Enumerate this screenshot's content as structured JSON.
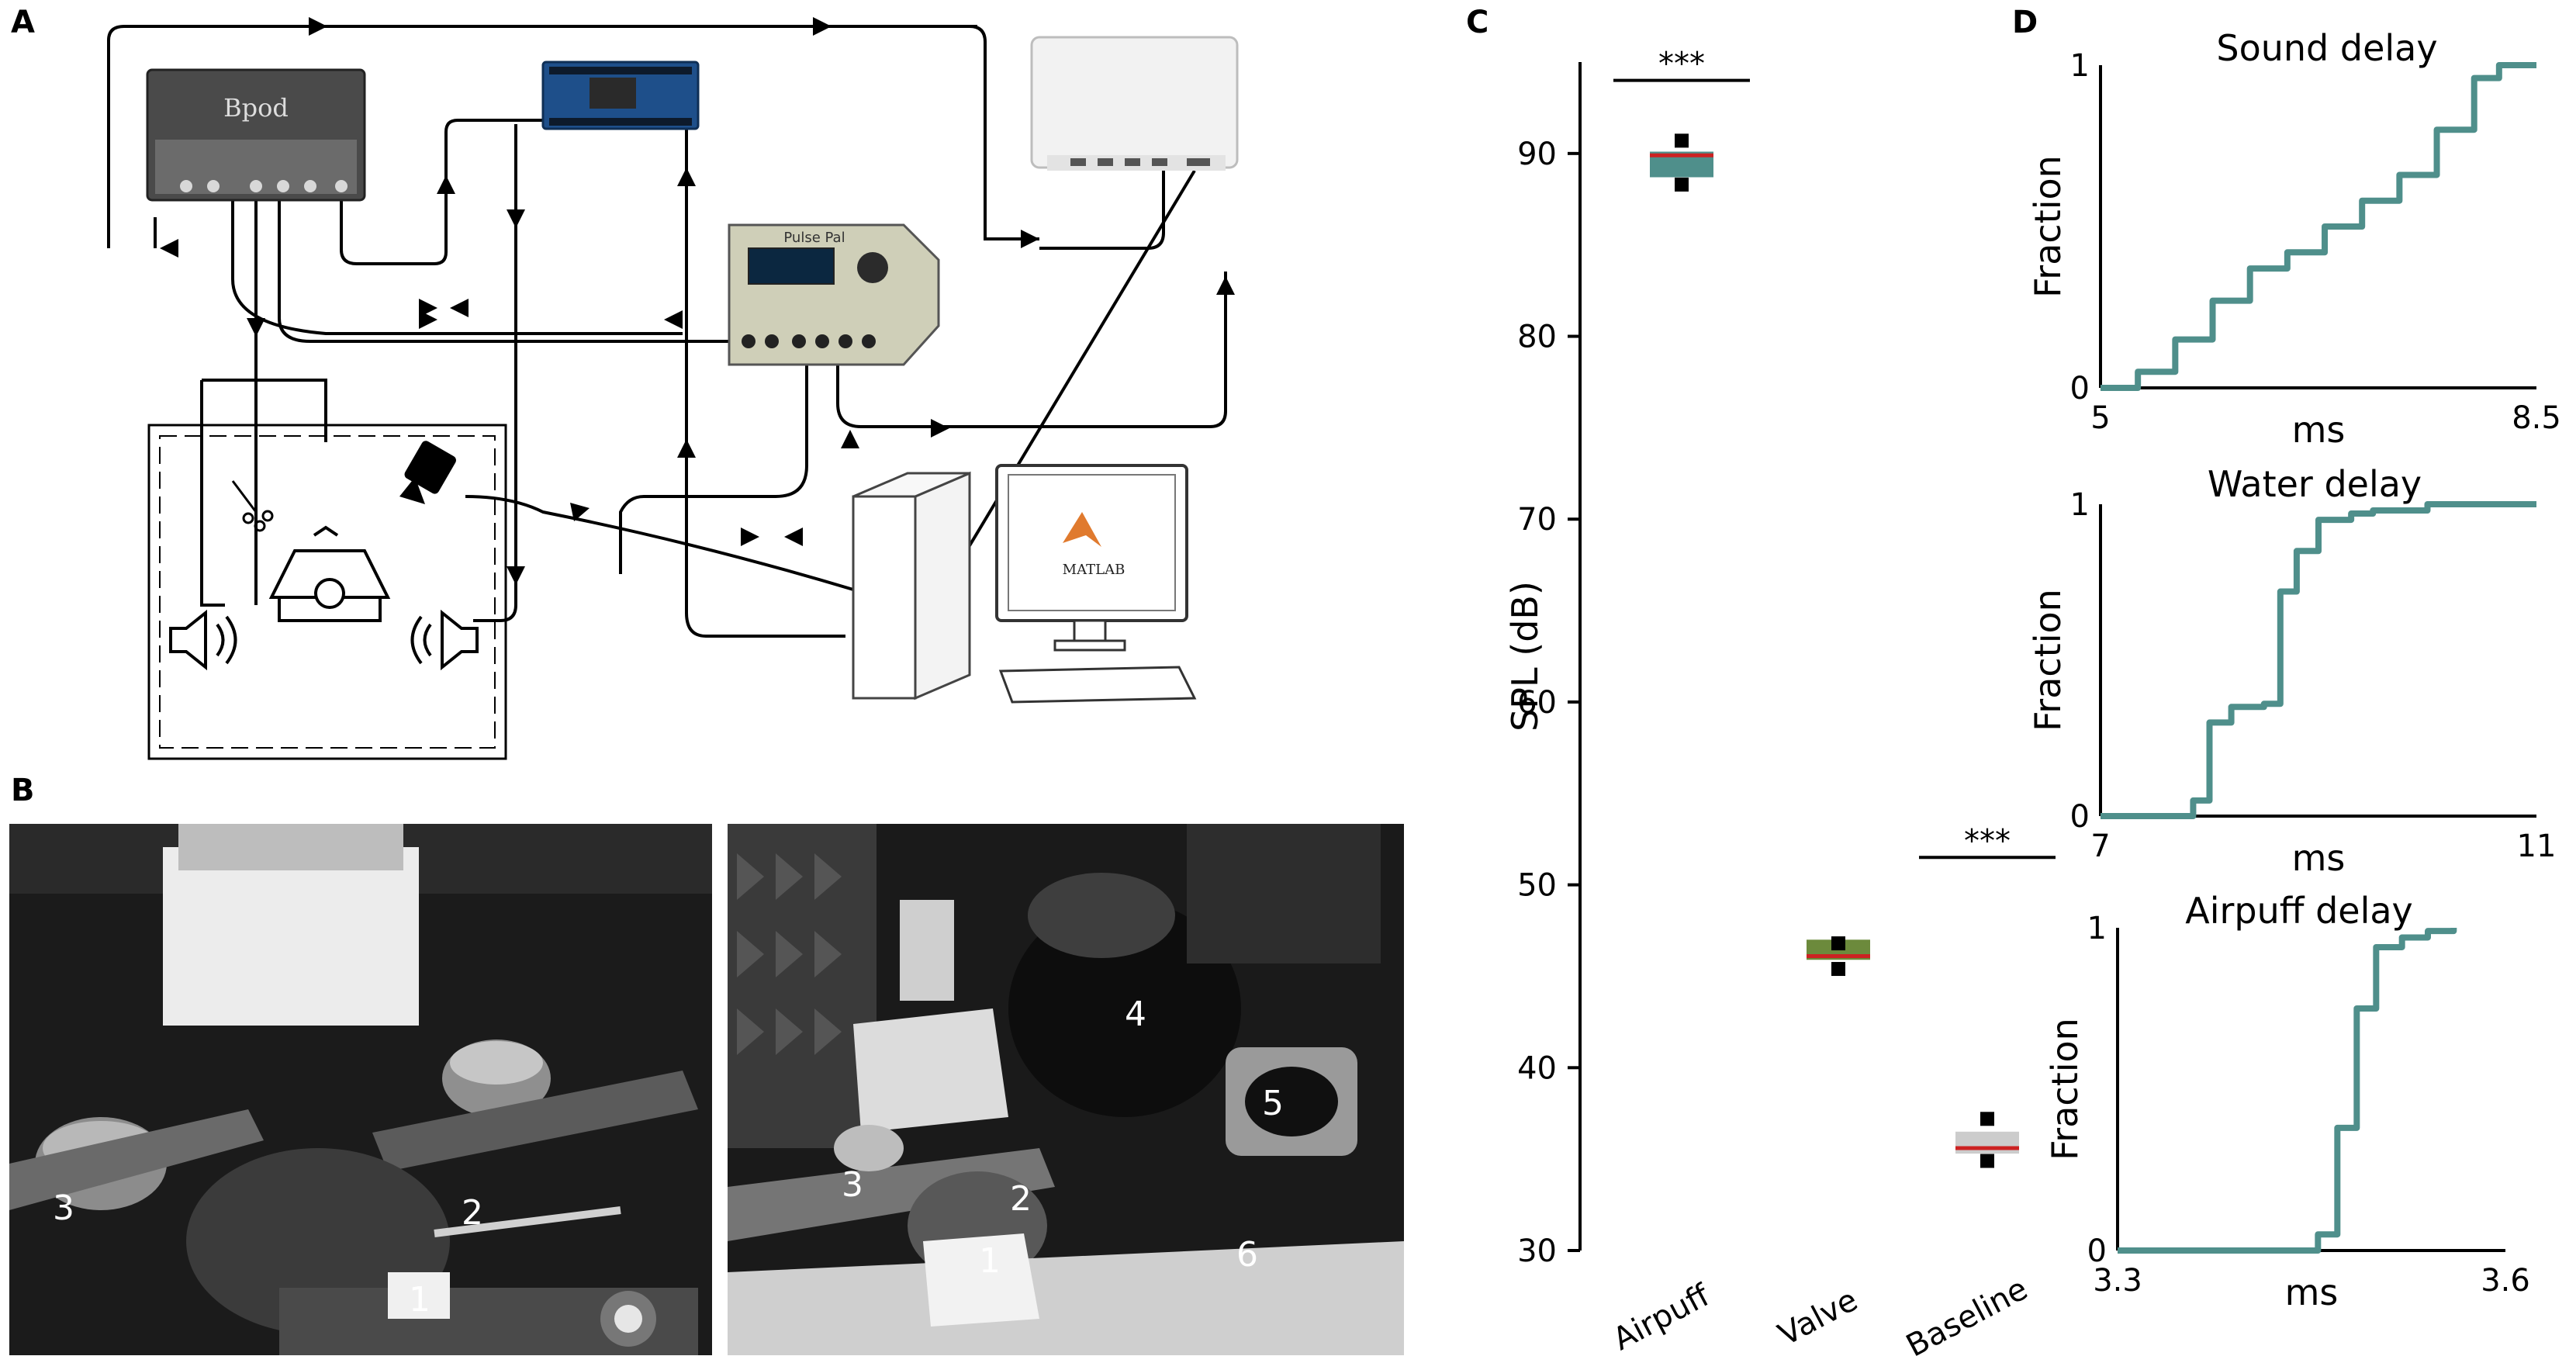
{
  "figure": {
    "panels": {
      "A": "A",
      "B": "B",
      "C": "C",
      "D": "D"
    },
    "device_labels": {
      "bpod": "Bpod",
      "pulsepal": "Pulse Pal",
      "matlab": "MATLAB"
    },
    "photo_labels": {
      "left": [
        "3",
        "2",
        "1"
      ],
      "right": [
        "4",
        "5",
        "3",
        "2",
        "1",
        "6"
      ]
    }
  },
  "colors": {
    "teal": "#4f8f8b",
    "olive": "#6c8a3c",
    "red": "#cc2222",
    "grey": "#cccccc",
    "black": "#000000"
  },
  "chart_data": [
    {
      "type": "box",
      "panel": "C",
      "ylabel": "SPL (dB)",
      "ylim": [
        30,
        95
      ],
      "yticks": [
        30,
        40,
        50,
        60,
        70,
        80,
        90
      ],
      "categories": [
        "Airpuff",
        "Valve",
        "Baseline"
      ],
      "boxes": [
        {
          "category": "Airpuff",
          "q1": 88.7,
          "median": 89.9,
          "q3": 90.1,
          "whisker_low": 88.3,
          "whisker_high": 90.7,
          "color": "#4f8f8b"
        },
        {
          "category": "Valve",
          "q1": 45.9,
          "median": 46.1,
          "q3": 47.0,
          "whisker_low": 45.4,
          "whisker_high": 46.8,
          "color": "#6c8a3c"
        },
        {
          "category": "Baseline",
          "q1": 35.3,
          "median": 35.6,
          "q3": 36.5,
          "whisker_low": 34.9,
          "whisker_high": 37.2,
          "color": "#cccccc"
        }
      ],
      "significance": [
        {
          "label": "***",
          "y": 94,
          "between": [
            "Airpuff",
            "Valve"
          ],
          "bar_over": "Airpuff"
        },
        {
          "label": "***",
          "y": 51.5,
          "between": [
            "Valve",
            "Baseline"
          ],
          "bar_over": "Baseline"
        }
      ]
    },
    {
      "type": "line",
      "panel": "D",
      "title": "Sound delay",
      "xlabel": "ms",
      "ylabel": "Fraction",
      "xlim": [
        5,
        8.5
      ],
      "ylim": [
        0,
        1
      ],
      "xticks": [
        "5",
        "8.5"
      ],
      "yticks": [
        "0",
        "1"
      ],
      "x": [
        5.0,
        5.3,
        5.6,
        5.9,
        6.2,
        6.5,
        6.8,
        7.1,
        7.4,
        7.7,
        8.0,
        8.2,
        8.5
      ],
      "y": [
        0.0,
        0.05,
        0.15,
        0.27,
        0.37,
        0.42,
        0.5,
        0.58,
        0.66,
        0.8,
        0.96,
        1.0,
        1.0
      ]
    },
    {
      "type": "line",
      "panel": "D",
      "title": "Water delay",
      "xlabel": "ms",
      "ylabel": "Fraction",
      "xlim": [
        7,
        11
      ],
      "ylim": [
        0,
        1
      ],
      "xticks": [
        "7",
        "11"
      ],
      "yticks": [
        "0",
        "1"
      ],
      "x": [
        7.0,
        7.7,
        7.85,
        8.0,
        8.2,
        8.5,
        8.65,
        8.8,
        9.0,
        9.3,
        9.5,
        10.0,
        11.0
      ],
      "y": [
        0.0,
        0.0,
        0.05,
        0.3,
        0.35,
        0.36,
        0.72,
        0.85,
        0.95,
        0.97,
        0.98,
        1.0,
        1.0
      ]
    },
    {
      "type": "line",
      "panel": "D",
      "title": "Airpuff delay",
      "xlabel": "ms",
      "ylabel": "Fraction",
      "xlim": [
        3.3,
        3.6
      ],
      "ylim": [
        0,
        1
      ],
      "xticks": [
        "3.3",
        "3.6"
      ],
      "yticks": [
        "0",
        "1"
      ],
      "x": [
        3.3,
        3.44,
        3.455,
        3.47,
        3.485,
        3.5,
        3.52,
        3.54,
        3.56
      ],
      "y": [
        0.0,
        0.0,
        0.05,
        0.38,
        0.75,
        0.94,
        0.97,
        0.99,
        1.0
      ]
    }
  ]
}
